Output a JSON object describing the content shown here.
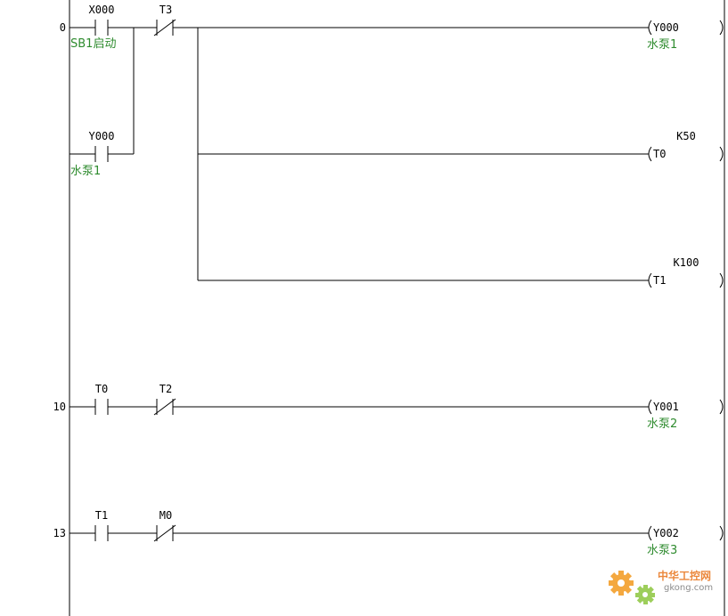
{
  "rungs": [
    {
      "step": "0",
      "contacts": [
        {
          "address": "X000",
          "type": "no",
          "comment": "SB1启动"
        },
        {
          "address": "T3",
          "type": "nc",
          "comment": ""
        }
      ],
      "parallel_contact": {
        "address": "Y000",
        "type": "no",
        "comment": "水泵1"
      },
      "outputs": [
        {
          "address": "Y000",
          "constant": "",
          "comment": "水泵1"
        },
        {
          "address": "T0",
          "constant": "K50",
          "comment": ""
        },
        {
          "address": "T1",
          "constant": "K100",
          "comment": ""
        }
      ]
    },
    {
      "step": "10",
      "contacts": [
        {
          "address": "T0",
          "type": "no",
          "comment": ""
        },
        {
          "address": "T2",
          "type": "nc",
          "comment": ""
        }
      ],
      "outputs": [
        {
          "address": "Y001",
          "constant": "",
          "comment": "水泵2"
        }
      ]
    },
    {
      "step": "13",
      "contacts": [
        {
          "address": "T1",
          "type": "no",
          "comment": ""
        },
        {
          "address": "M0",
          "type": "nc",
          "comment": ""
        }
      ],
      "outputs": [
        {
          "address": "Y002",
          "constant": "",
          "comment": "水泵3"
        }
      ]
    }
  ],
  "watermark": {
    "title": "中华工控网",
    "url": "gkong.com"
  },
  "colors": {
    "comment": "#2e8b2e",
    "line": "#000000",
    "watermark_orange": "#f39a1e",
    "watermark_green": "#8cc63f"
  }
}
